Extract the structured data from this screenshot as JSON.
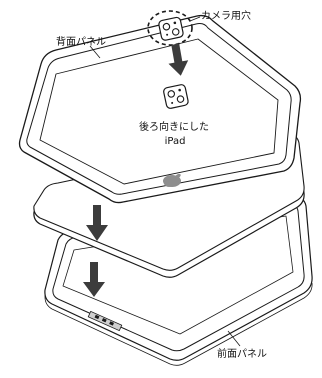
{
  "labels": {
    "camera_hole": "カメラ用穴",
    "back_panel": "背面パネル",
    "ipad_line1": "後ろ向きにした",
    "ipad_line2": "iPad",
    "front_panel": "前面パネル"
  },
  "colors": {
    "stroke": "#1a1a1a",
    "arrow": "#3c3c3c",
    "logo": "#8e8e8e",
    "background": "#ffffff"
  }
}
